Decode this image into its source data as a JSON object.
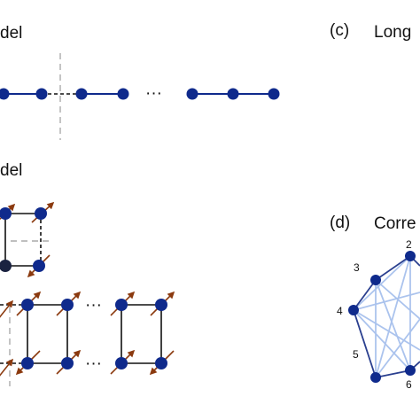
{
  "labels": {
    "panel_a": "del",
    "panel_b": "del",
    "panel_c": "(c)",
    "panel_c_title": "Long",
    "panel_d": "(d)",
    "panel_d_title": "Corre"
  },
  "ellipsis": "···",
  "graph_nodes": [
    "2",
    "3",
    "4",
    "5",
    "6"
  ],
  "colors": {
    "node": "#0f2a8c",
    "spin_arrow": "#8b3a0f",
    "edge_light": "#8fb0e8",
    "cut_line": "#aaaaaa"
  }
}
